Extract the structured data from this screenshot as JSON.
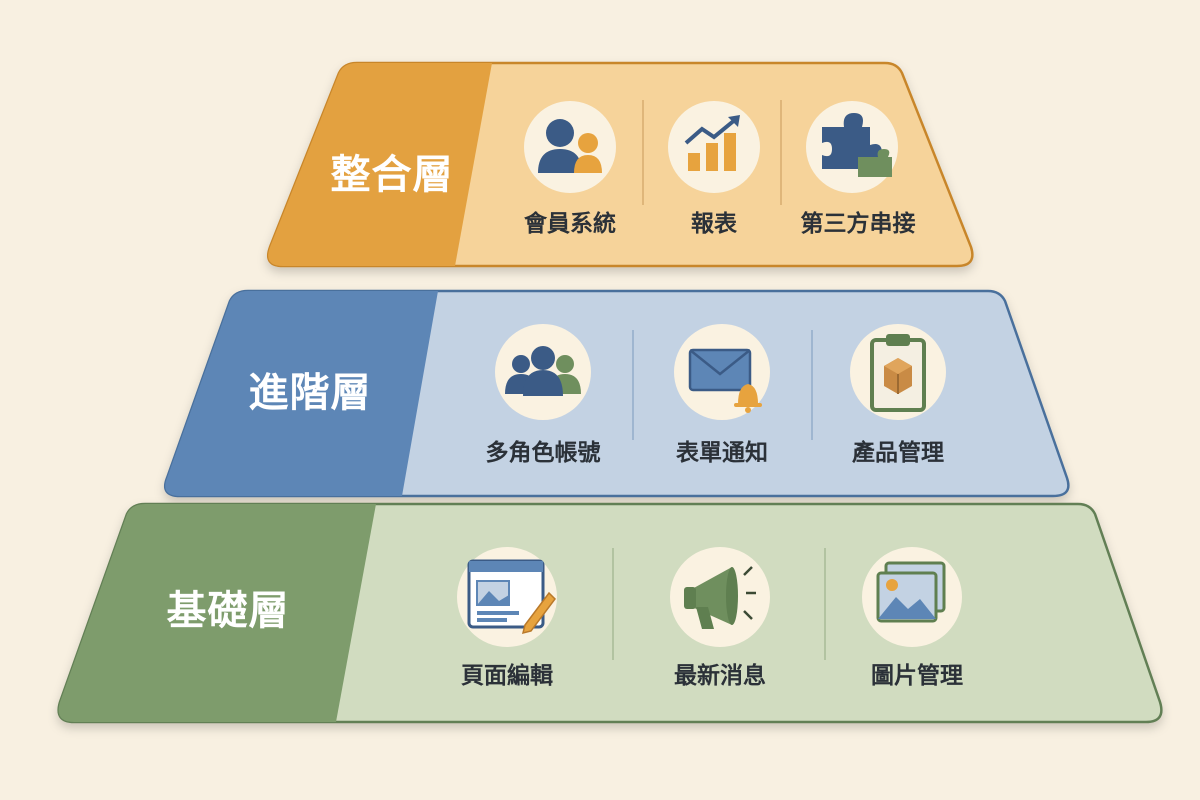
{
  "diagram": {
    "tiers": [
      {
        "title": "整合層",
        "colors": {
          "dark": "#e3a140",
          "light": "#f6d39a",
          "edge": "#c8862c"
        },
        "items": [
          {
            "label": "會員系統",
            "icon": "members-icon"
          },
          {
            "label": "報表",
            "icon": "chart-icon"
          },
          {
            "label": "第三方串接",
            "icon": "puzzle-icon"
          }
        ]
      },
      {
        "title": "進階層",
        "colors": {
          "dark": "#5d86b6",
          "light": "#c3d2e3",
          "edge": "#4a6f9c"
        },
        "items": [
          {
            "label": "多角色帳號",
            "icon": "multi-role-icon"
          },
          {
            "label": "表單通知",
            "icon": "mail-bell-icon"
          },
          {
            "label": "產品管理",
            "icon": "clipboard-box-icon"
          }
        ]
      },
      {
        "title": "基礎層",
        "colors": {
          "dark": "#7e9c6c",
          "light": "#d1dcc0",
          "edge": "#627f54"
        },
        "items": [
          {
            "label": "頁面編輯",
            "icon": "page-edit-icon"
          },
          {
            "label": "最新消息",
            "icon": "megaphone-icon"
          },
          {
            "label": "圖片管理",
            "icon": "image-gallery-icon"
          }
        ]
      }
    ]
  }
}
